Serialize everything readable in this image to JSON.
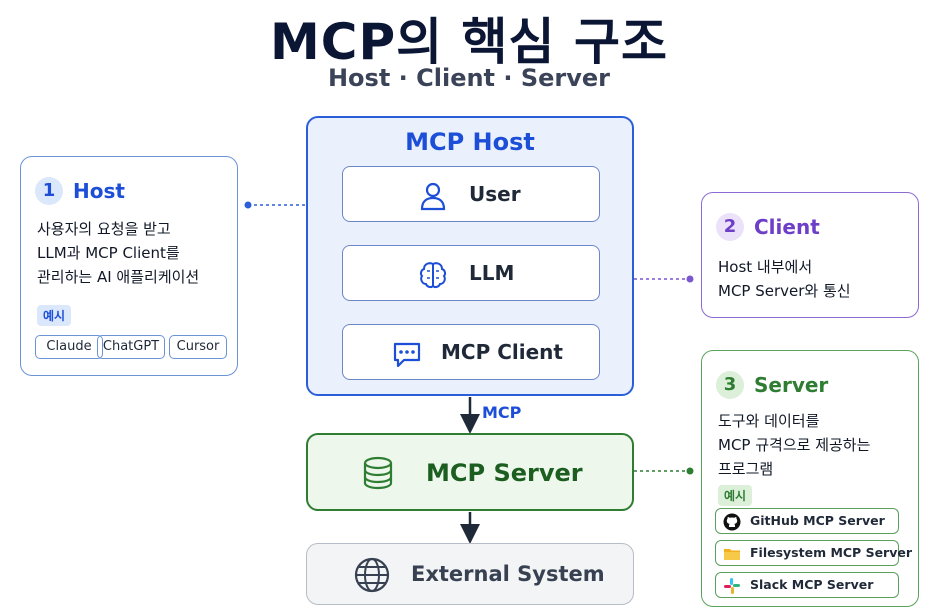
{
  "header": {
    "title": "MCP의 핵심 구조",
    "subtitle": "Host · Client · Server"
  },
  "host_panel": {
    "title": "MCP Host",
    "user_label": "User",
    "llm_label": "LLM",
    "client_label": "MCP Client"
  },
  "connector": {
    "mcp_label": "MCP"
  },
  "server_box": {
    "label": "MCP Server"
  },
  "external_box": {
    "label": "External System"
  },
  "cards": {
    "host": {
      "number": "1",
      "title": "Host",
      "lines": [
        "사용자의 요청을 받고",
        "LLM과 MCP Client를",
        "관리하는 AI 애플리케이션"
      ],
      "example_label": "예시",
      "examples": [
        "Claude",
        "ChatGPT",
        "Cursor"
      ]
    },
    "client": {
      "number": "2",
      "title": "Client",
      "lines": [
        "Host 내부에서",
        "MCP Server와 통신"
      ]
    },
    "server": {
      "number": "3",
      "title": "Server",
      "lines": [
        "도구와 데이터를",
        "MCP 규격으로 제공하는",
        "프로그램"
      ],
      "example_label": "예시",
      "examples": [
        "GitHub MCP Server",
        "Filesystem MCP Server",
        "Slack MCP Server"
      ]
    }
  },
  "colors": {
    "host_blue": "#1d4ed8",
    "client_purple": "#6d3fc9",
    "server_green": "#2e7d32",
    "title_navy": "#0b1634"
  },
  "icons": {
    "user": "user-icon",
    "llm": "brain-icon",
    "client": "chat-icon",
    "server": "database-icon",
    "external": "globe-icon",
    "github": "github-icon",
    "filesystem": "folder-icon",
    "slack": "slack-icon"
  }
}
